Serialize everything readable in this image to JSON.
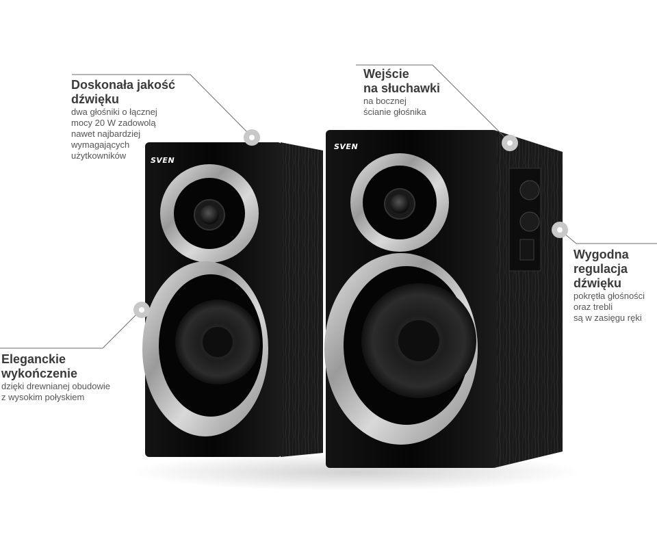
{
  "brand": "SVEN",
  "colors": {
    "background": "#ffffff",
    "leader_line": "#6b6b6b",
    "marker_ring": "#c8c8c8",
    "cabinet": "#0b0b0b",
    "ring": "#b5b5b5"
  },
  "callouts": {
    "quality": {
      "title": [
        "Doskonała jakość",
        "dźwięku"
      ],
      "desc": [
        "dwa głośniki o łącznej",
        "mocy 20 W zadowolą",
        "nawet najbardziej",
        "wymagających",
        "użytkowników"
      ]
    },
    "headphones": {
      "title": [
        "Wejście",
        "na słuchawki"
      ],
      "desc": [
        "na bocznej",
        "ścianie głośnika"
      ]
    },
    "controls": {
      "title": [
        "Wygodna",
        "regulacja",
        "dźwięku"
      ],
      "desc": [
        "pokrętła głośności",
        "oraz trebli",
        "są w zasięgu ręki"
      ]
    },
    "finish": {
      "title": [
        "Eleganckie",
        "wykończenie"
      ],
      "desc": [
        "dzięki drewnianej obudowie",
        "z wysokim połyskiem"
      ]
    }
  }
}
